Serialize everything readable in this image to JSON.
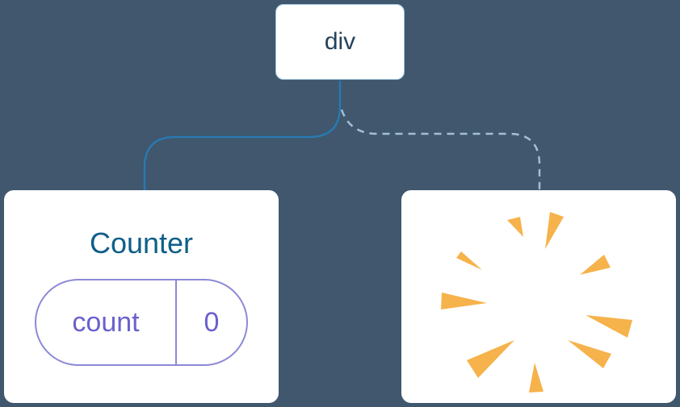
{
  "diagram": {
    "root": {
      "label": "div"
    },
    "counter": {
      "title": "Counter",
      "state": {
        "key": "count",
        "value": "0"
      }
    },
    "removed_node": {
      "icon": "poof-burst-icon"
    }
  },
  "colors": {
    "bg": "#40576D",
    "card-bg": "#FFFFFF",
    "card-border": "#9CC3DE",
    "root-text": "#24425A",
    "counter-title": "#0F5E89",
    "pill-border": "#8C89D8",
    "pill-text": "#6A60CC",
    "solid-line": "#2979B0",
    "dashed-line": "#A3BFD6",
    "burst": "#F6B24B"
  }
}
